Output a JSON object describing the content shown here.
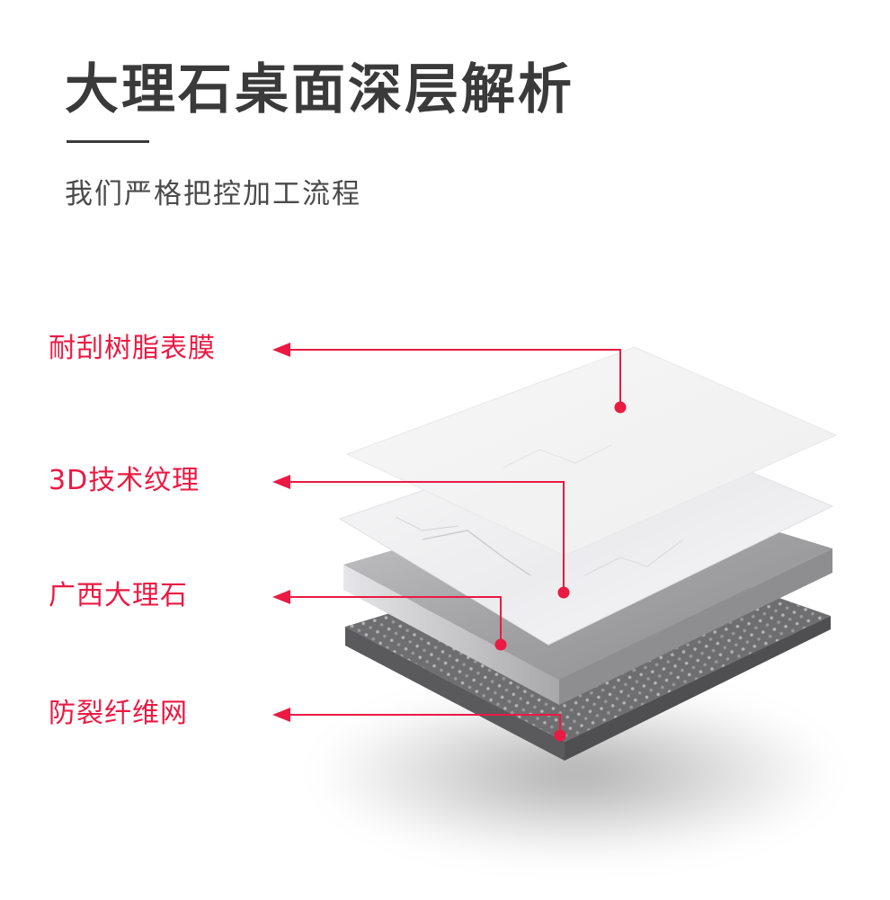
{
  "header": {
    "title": "大理石桌面深层解析",
    "subtitle": "我们严格把控加工流程"
  },
  "layers": [
    {
      "id": "film",
      "label": "耐刮树脂表膜"
    },
    {
      "id": "texture",
      "label": "3D技术纹理"
    },
    {
      "id": "marble",
      "label": "广西大理石"
    },
    {
      "id": "mesh",
      "label": "防裂纤维网"
    }
  ],
  "colors": {
    "accent": "#ea1a43",
    "title_text": "#3a3a3a",
    "body_text": "#4a4a4a",
    "marble_gray": "#a8a8a8",
    "mesh_gray": "#6a6a6a"
  }
}
